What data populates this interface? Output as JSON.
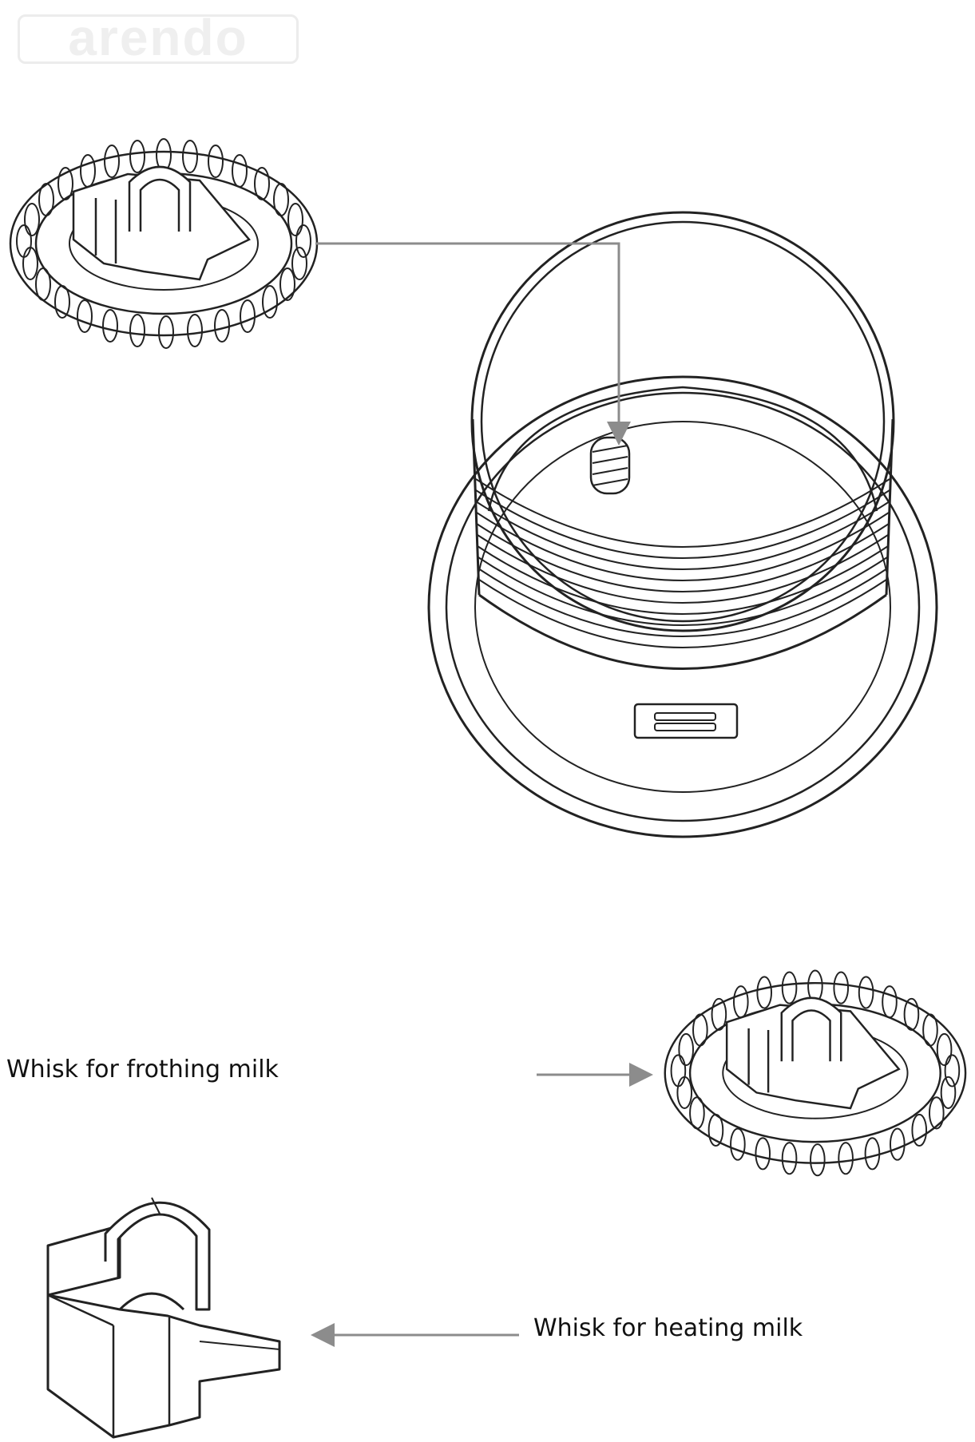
{
  "watermark": {
    "text": "arendo"
  },
  "labels": {
    "froth": "Whisk for frothing milk",
    "heat": "Whisk for heating milk"
  },
  "colors": {
    "line": "#222222",
    "arrow": "#8c8c8c",
    "watermark": "#ececec"
  }
}
